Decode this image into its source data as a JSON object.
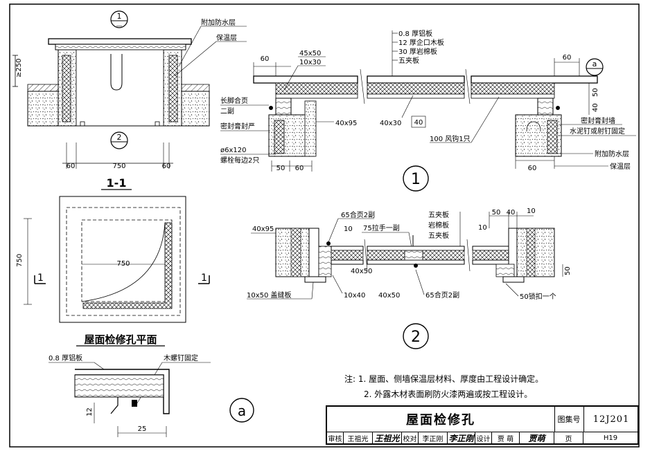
{
  "section_1_1": {
    "callout_top": "1",
    "callout_bottom": "2",
    "label_waterproof": "附加防水层",
    "label_insulation": "保温层",
    "dim_height": "≥250",
    "dim_left": "60",
    "dim_mid": "750",
    "dim_right": "60",
    "title": "1-1"
  },
  "detail_1": {
    "layers": [
      "0.8 厚铝板",
      "12 厚企口木板",
      "30 厚岩棉板",
      "五夹板"
    ],
    "dim_top_left": "60",
    "dim_45x50": "45x50",
    "dim_10x30": "10x30",
    "dim_top_right": "60",
    "hinge": "长脚合页",
    "hinge_qty": "二副",
    "sealant": "密封膏封严",
    "bolt": "ø6x120",
    "bolt_note": "螺栓每边2只",
    "dim_40x95": "40x95",
    "dim_40x30": "40x30",
    "dim_40": "40",
    "hook": "100 风钩1只",
    "dim_50": "50",
    "dim_60": "60",
    "dim_right_50": "50",
    "dim_right_40": "40",
    "seal_wall": "密封膏封墙",
    "fix_note": "水泥钉或射钉固定",
    "waterproof": "附加防水层",
    "insulation": "保温层",
    "dim_bottom_right": "60",
    "callout_a": "a",
    "number": "1"
  },
  "plan": {
    "dim_vertical": "750",
    "dim_horizontal": "750",
    "cut_left": "1",
    "cut_right": "1",
    "title": "屋面检修孔平面"
  },
  "detail_2": {
    "dim_40x95": "40x95",
    "hinge_65": "65合页2副",
    "dim_10": "10",
    "handle": "75拉手一副",
    "layer_1": "五夹板",
    "layer_2": "岩棉板",
    "layer_3": "五夹板",
    "dim_50": "50",
    "dim_40": "40",
    "dim_10b": "10",
    "dim_10c": "10",
    "dim_40x50": "40x50",
    "cover": "10x50 盖缝板",
    "dim_10x40": "10x40",
    "dim_40x50b": "40x50",
    "hinge_bottom": "65合页2副",
    "lock": "50锁扣一个",
    "dim_side": "50",
    "number": "2"
  },
  "detail_a": {
    "aluminum": "0.8 厚铝板",
    "screw": "木螺钉固定",
    "dim_12": "12",
    "dim_25": "25",
    "label": "a"
  },
  "notes": {
    "line1": "注: 1. 屋面、侧墙保温层材料、厚度由工程设计确定。",
    "line2": "2. 外露木材表面刷防火漆两遍或按工程设计。"
  },
  "title_block": {
    "title": "屋面检修孔",
    "atlas_label": "图集号",
    "atlas_value": "12J201",
    "review_label": "审核",
    "reviewer": "王祖光",
    "reviewer_sig": "王祖光",
    "check_label": "校对",
    "checker": "李正刚",
    "checker_sig": "李正刚",
    "design_label": "设计",
    "designer": "贾 萌",
    "designer_sig": "贾萌",
    "page_label": "页",
    "page_value": "H19"
  }
}
